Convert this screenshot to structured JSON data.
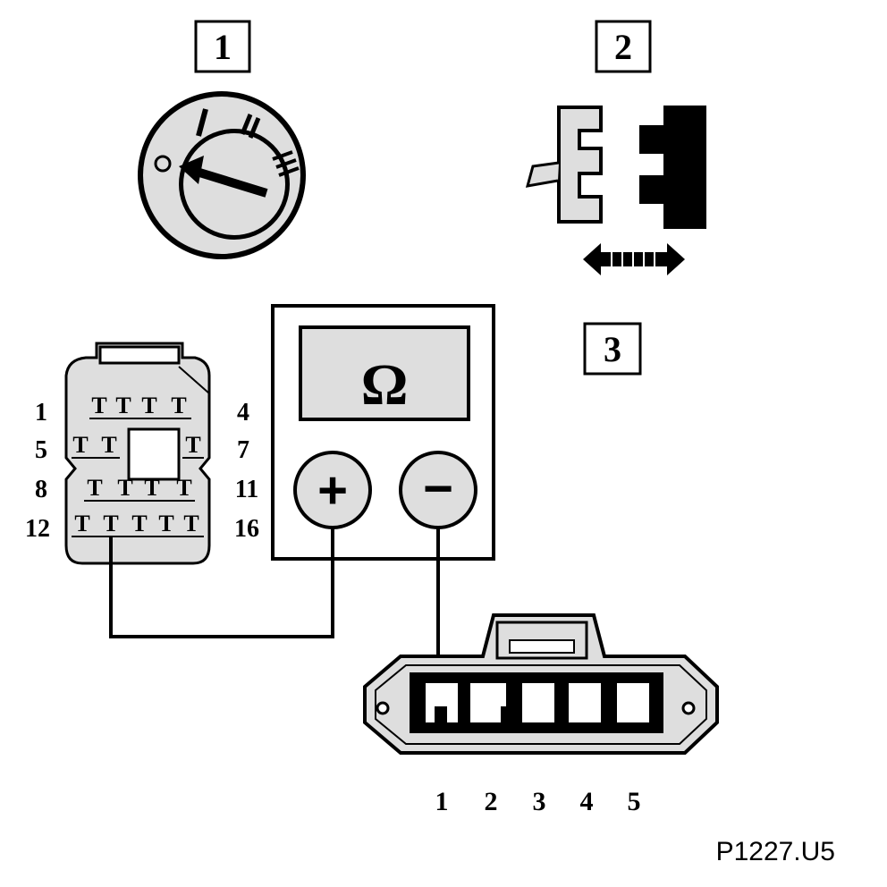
{
  "steps": {
    "step1": "1",
    "step2": "2",
    "step3": "3"
  },
  "ignition_switch": {
    "positions": [
      "O",
      "I",
      "II",
      "III"
    ],
    "icon": "ignition-key-switch-icon"
  },
  "connector_action": {
    "icon": "connector-disconnect-icon"
  },
  "ohmmeter": {
    "symbol": "Ω",
    "plus_label": "+",
    "minus_label": "−"
  },
  "connector_16pin": {
    "row1_start": "1",
    "row1_end": "4",
    "row2_start": "5",
    "row2_end": "7",
    "row3_start": "8",
    "row3_end": "11",
    "row4_start": "12",
    "row4_end": "16"
  },
  "connector_5pin": {
    "pins": [
      "1",
      "2",
      "3",
      "4",
      "5"
    ]
  },
  "figure_code": "P1227.U5"
}
